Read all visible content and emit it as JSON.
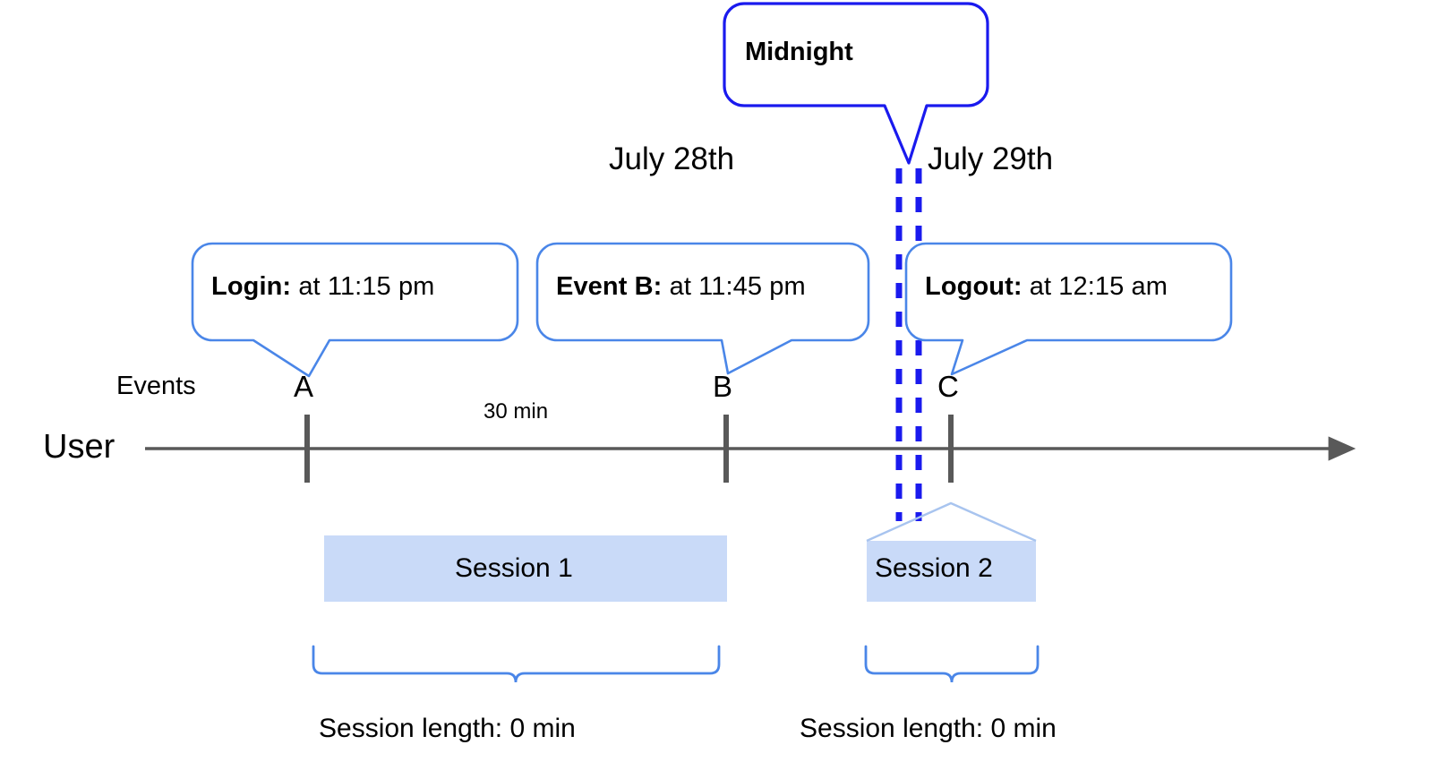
{
  "diagram": {
    "title": "User session timeline with midnight split",
    "colors": {
      "callout_border": "#4a86e8",
      "midnight_border": "#1a1aee",
      "midnight_dashed_line": "#1a1aee",
      "session_bar_fill": "#c9daf8",
      "session_bar_edge": "#a8c4ef",
      "timeline": "#595959",
      "tick": "#595959",
      "brace": "#4a86e8",
      "text": "#000000",
      "background": "#ffffff"
    },
    "midnight_callout": {
      "label": "Midnight"
    },
    "dates": [
      {
        "label": "July 28th"
      },
      {
        "label": "July 29th"
      }
    ],
    "callouts": [
      {
        "name": "login",
        "bold": "Login:",
        "rest": " at 11:15 pm"
      },
      {
        "name": "event-b",
        "bold": "Event B:",
        "rest": " at 11:45 pm"
      },
      {
        "name": "logout",
        "bold": "Logout:",
        "rest": " at 12:15 am"
      }
    ],
    "rows": {
      "events_label": "Events",
      "user_label": "User"
    },
    "events": [
      {
        "letter": "A",
        "time": "11:15 pm"
      },
      {
        "letter": "B",
        "time": "11:45 pm"
      },
      {
        "letter": "C",
        "time": "12:15 am"
      }
    ],
    "gap_label": "30 min",
    "sessions": [
      {
        "name": "session-1",
        "label": "Session 1",
        "length_caption": "Session length: 0 min"
      },
      {
        "name": "session-2",
        "label": "Session 2",
        "length_caption": "Session length: 0 min"
      }
    ]
  }
}
